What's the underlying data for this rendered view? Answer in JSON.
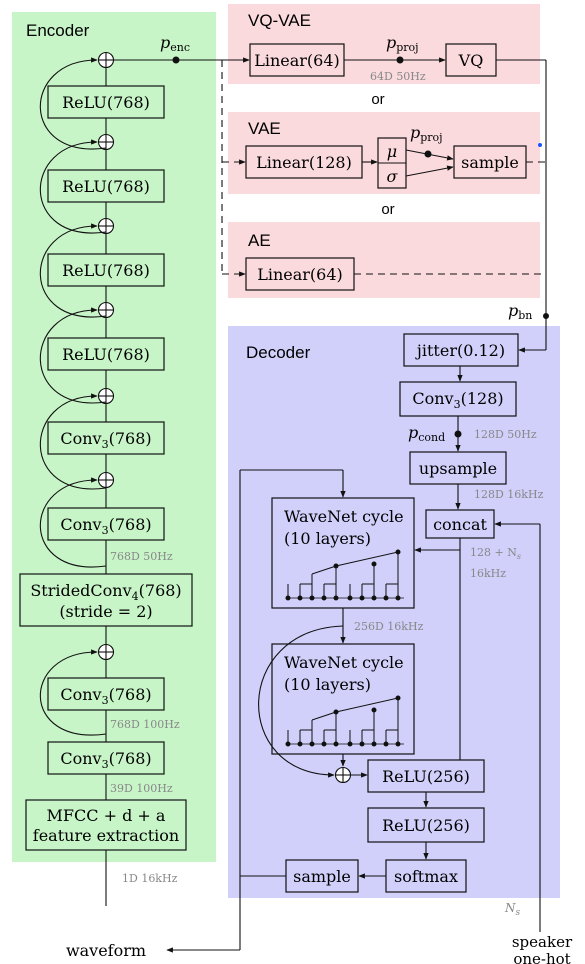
{
  "regions": {
    "encoder": "Encoder",
    "vqvae": "VQ-VAE",
    "vae": "VAE",
    "ae": "AE",
    "decoder": "Decoder",
    "or1": "or",
    "or2": "or"
  },
  "encoder_blocks": {
    "relu1": "ReLU(768)",
    "relu2": "ReLU(768)",
    "relu3": "ReLU(768)",
    "relu4": "ReLU(768)",
    "conv1_pre": "Conv",
    "conv1_sub": "3",
    "conv1_post": "(768)",
    "conv2_pre": "Conv",
    "conv2_sub": "3",
    "conv2_post": "(768)",
    "strided_pre": "StridedConv",
    "strided_sub": "4",
    "strided_post": "(768)",
    "stride_note": "(stride = 2)",
    "conv3_pre": "Conv",
    "conv3_sub": "3",
    "conv3_post": "(768)",
    "conv4_pre": "Conv",
    "conv4_sub": "3",
    "conv4_post": "(768)",
    "mfcc_line1": "MFCC + d + a",
    "mfcc_line2": "feature extraction"
  },
  "bottleneck_blocks": {
    "vq_linear": "Linear(64)",
    "vq": "VQ",
    "vae_linear": "Linear(128)",
    "mu": "μ",
    "sigma": "σ",
    "sample": "sample",
    "ae_linear": "Linear(64)"
  },
  "decoder_blocks": {
    "jitter": "jitter(0.12)",
    "conv_pre": "Conv",
    "conv_sub": "3",
    "conv_post": "(128)",
    "upsample": "upsample",
    "concat": "concat",
    "wavenet1_line1": "WaveNet cycle",
    "wavenet1_line2": "(10 layers)",
    "wavenet2_line1": "WaveNet cycle",
    "wavenet2_line2": "(10 layers)",
    "relu1": "ReLU(256)",
    "relu2": "ReLU(256)",
    "softmax": "softmax",
    "sample": "sample"
  },
  "signals": {
    "p_enc_main": "p",
    "p_enc_sub": "enc",
    "p_proj1_main": "p",
    "p_proj1_sub": "proj",
    "p_proj2_main": "p",
    "p_proj2_sub": "proj",
    "p_bn_main": "p",
    "p_bn_sub": "bn",
    "p_cond_main": "p",
    "p_cond_sub": "cond"
  },
  "dims": {
    "vq_out": "64D 50Hz",
    "enc_768_50": "768D 50Hz",
    "enc_768_100": "768D 100Hz",
    "enc_39_100": "39D 100Hz",
    "enc_1_16": "1D 16kHz",
    "dec_128_50": "128D 50Hz",
    "dec_128_16": "128D 16kHz",
    "dec_128ns_line1": "128 + N",
    "dec_128ns_sub": "s",
    "dec_128ns_line2": "16kHz",
    "dec_256_16": "256D 16kHz",
    "ns_main": "N",
    "ns_sub": "s"
  },
  "io": {
    "waveform": "waveform",
    "speaker_line1": "speaker",
    "speaker_line2": "one-hot"
  },
  "colors": {
    "encoder_bg": "#c8f5c8",
    "bottleneck_bg": "#fadadd",
    "decoder_bg": "#d0d0fa",
    "dim_text": "#888888",
    "blue_dot": "#1a55ff"
  }
}
